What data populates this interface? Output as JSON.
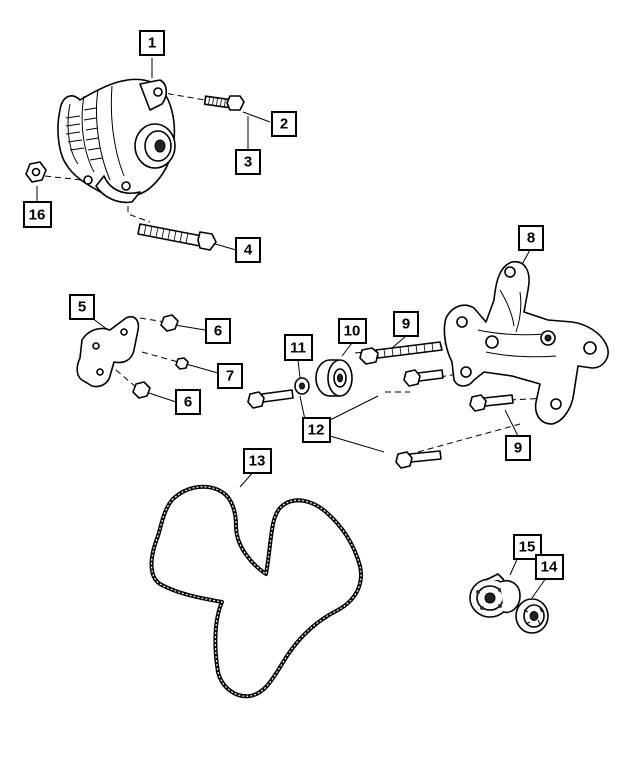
{
  "callouts": {
    "c1": "1",
    "c2": "2",
    "c3": "3",
    "c4": "4",
    "c5": "5",
    "c6a": "6",
    "c6b": "6",
    "c7": "7",
    "c8": "8",
    "c9a": "9",
    "c9b": "9",
    "c10": "10",
    "c11": "11",
    "c12": "12",
    "c13": "13",
    "c14": "14",
    "c15": "15",
    "c16": "16"
  },
  "colors": {
    "ink": "#000000",
    "background": "#ffffff"
  },
  "parts": [
    "alternator",
    "bolt",
    "washer",
    "long-bolt",
    "bracket",
    "nut",
    "stud-nut",
    "mounting-bracket",
    "bolt",
    "idler-pulley",
    "spacer",
    "bolt-pair",
    "serpentine-belt",
    "pulley",
    "belt-tensioner",
    "nut"
  ]
}
